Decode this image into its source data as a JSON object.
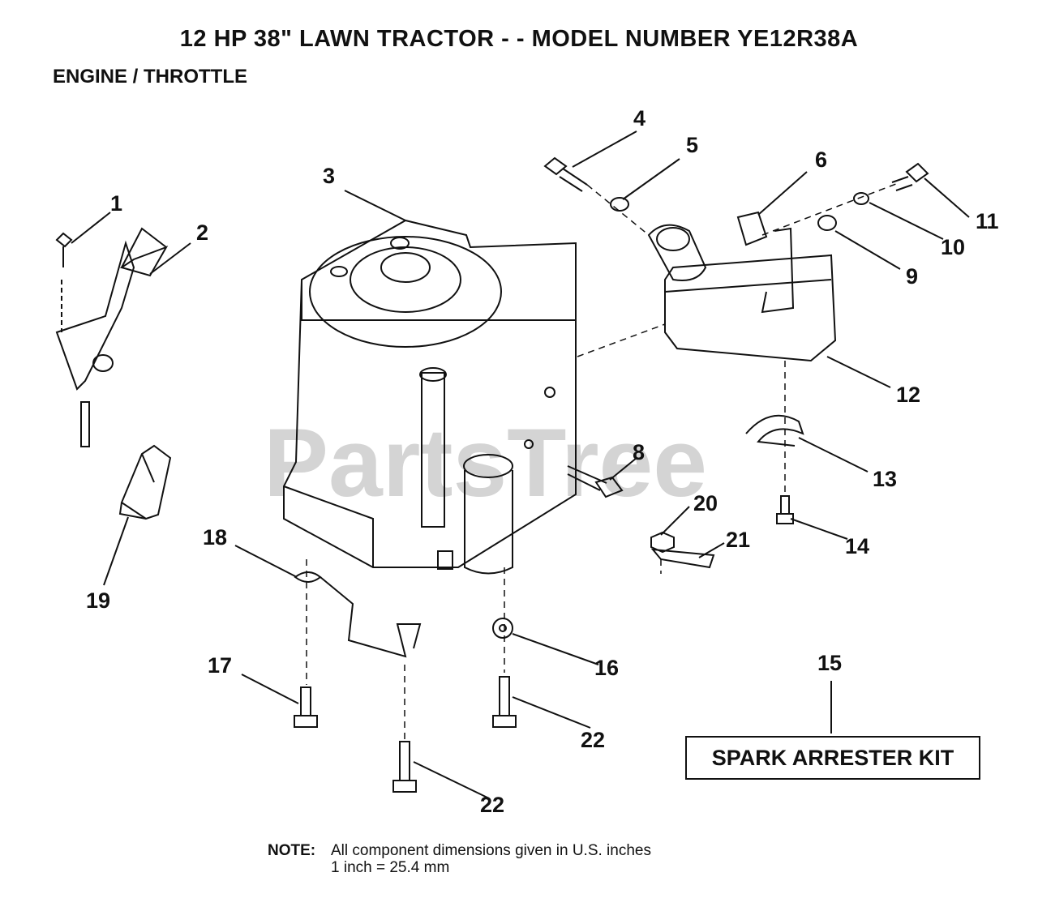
{
  "title": "12 HP 38\" LAWN TRACTOR - - MODEL NUMBER YE12R38A",
  "subtitle": "ENGINE / THROTTLE",
  "watermark": "PartsTree",
  "callouts": [
    "1",
    "2",
    "3",
    "4",
    "5",
    "6",
    "8",
    "9",
    "10",
    "11",
    "12",
    "13",
    "14",
    "15",
    "16",
    "17",
    "18",
    "19",
    "20",
    "21",
    "22",
    "22"
  ],
  "kit_label": "SPARK ARRESTER KIT",
  "note": {
    "label": "NOTE:",
    "line1": "All component dimensions given in U.S. inches",
    "line2": "1 inch = 25.4 mm"
  },
  "colors": {
    "ink": "#111111",
    "watermark": "#d4d4d4",
    "background": "#ffffff"
  }
}
